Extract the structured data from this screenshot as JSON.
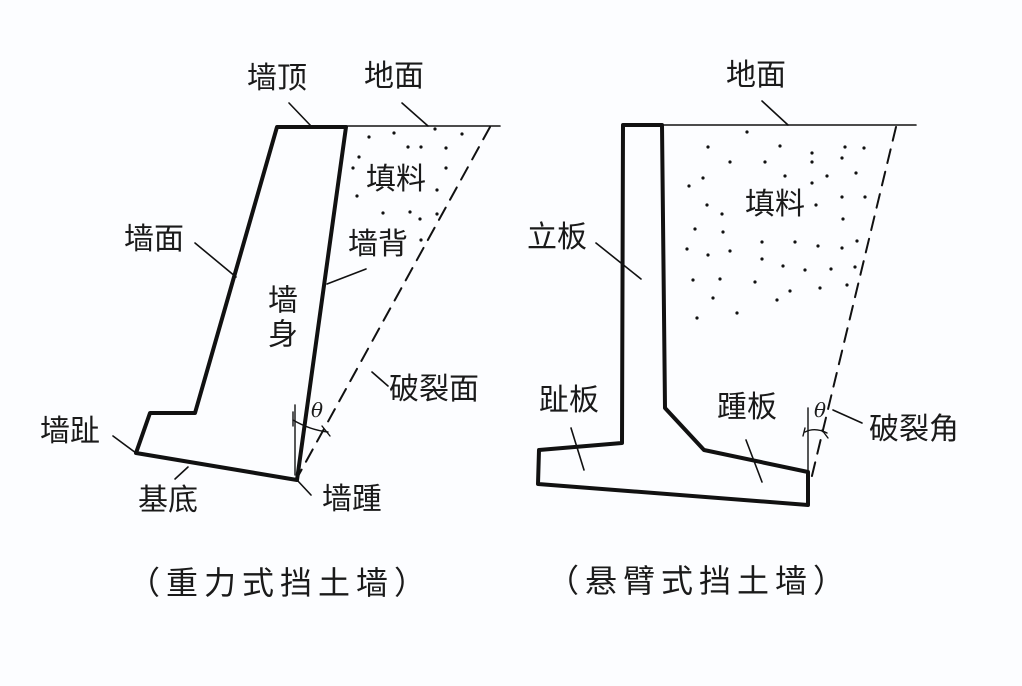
{
  "gravity_wall": {
    "caption": "（重力式挡土墙）",
    "labels": {
      "wall_top": "墙顶",
      "ground": "地面",
      "backfill": "填料",
      "wall_face": "墙面",
      "wall_back": "墙背",
      "wall_body": "墙身",
      "rupture_surface": "破裂面",
      "wall_toe": "墙趾",
      "base": "基底",
      "wall_heel": "墙踵",
      "angle": "θ"
    }
  },
  "cantilever_wall": {
    "caption": "（悬臂式挡土墙）",
    "labels": {
      "ground": "地面",
      "backfill": "填料",
      "stem": "立板",
      "toe_slab": "趾板",
      "heel_slab": "踵板",
      "rupture_angle": "破裂角",
      "angle": "θ"
    }
  },
  "colors": {
    "background": "#fcfdff",
    "line": "#111111",
    "text": "#1a1a1a"
  }
}
